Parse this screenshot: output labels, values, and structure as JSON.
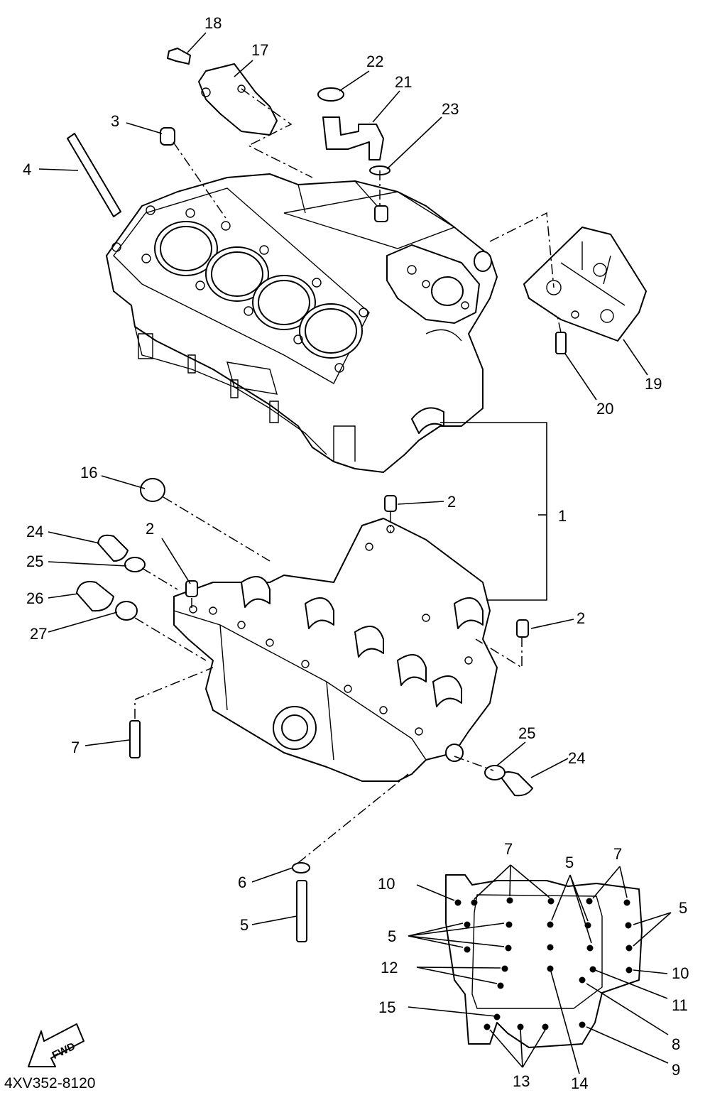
{
  "diagram": {
    "code": "4XV352-8120",
    "fwd_label": "FWD",
    "callouts": [
      {
        "id": "c18",
        "text": "18"
      },
      {
        "id": "c17",
        "text": "17"
      },
      {
        "id": "c22",
        "text": "22"
      },
      {
        "id": "c21",
        "text": "21"
      },
      {
        "id": "c23",
        "text": "23"
      },
      {
        "id": "c3",
        "text": "3"
      },
      {
        "id": "c4",
        "text": "4"
      },
      {
        "id": "c19",
        "text": "19"
      },
      {
        "id": "c20",
        "text": "20"
      },
      {
        "id": "c1",
        "text": "1"
      },
      {
        "id": "c16",
        "text": "16"
      },
      {
        "id": "c2a",
        "text": "2"
      },
      {
        "id": "c2b",
        "text": "2"
      },
      {
        "id": "c2c",
        "text": "2"
      },
      {
        "id": "c24a",
        "text": "24"
      },
      {
        "id": "c25a",
        "text": "25"
      },
      {
        "id": "c26",
        "text": "26"
      },
      {
        "id": "c27",
        "text": "27"
      },
      {
        "id": "c7a",
        "text": "7"
      },
      {
        "id": "c25b",
        "text": "25"
      },
      {
        "id": "c24b",
        "text": "24"
      },
      {
        "id": "c6",
        "text": "6"
      },
      {
        "id": "c5a",
        "text": "5"
      },
      {
        "id": "c7b",
        "text": "7"
      },
      {
        "id": "c7c",
        "text": "7"
      },
      {
        "id": "c5b",
        "text": "5"
      },
      {
        "id": "c5c",
        "text": "5"
      },
      {
        "id": "c10a",
        "text": "10"
      },
      {
        "id": "c10b",
        "text": "10"
      },
      {
        "id": "c5d",
        "text": "5"
      },
      {
        "id": "c12",
        "text": "12"
      },
      {
        "id": "c11",
        "text": "11"
      },
      {
        "id": "c15",
        "text": "15"
      },
      {
        "id": "c8",
        "text": "8"
      },
      {
        "id": "c9",
        "text": "9"
      },
      {
        "id": "c13",
        "text": "13"
      },
      {
        "id": "c14",
        "text": "14"
      }
    ]
  }
}
